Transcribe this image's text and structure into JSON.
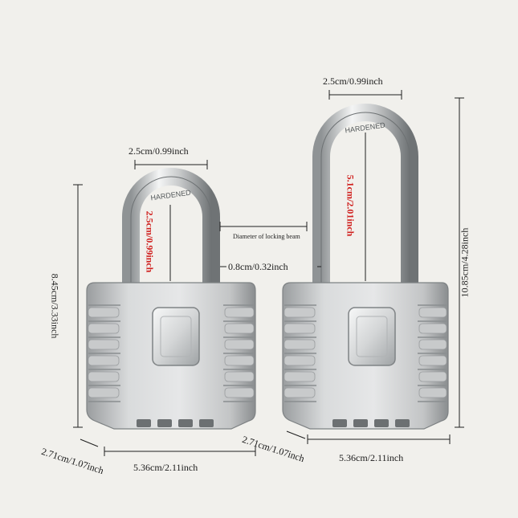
{
  "colors": {
    "background": "#f1f0ec",
    "metal_light": "#e3e4e4",
    "metal_mid": "#b9bbbc",
    "metal_dark": "#7e8284",
    "dimension_line": "#1f1f1f",
    "highlight_text": "#d0201e"
  },
  "short_lock": {
    "hardened_text": "HARDENED",
    "shackle_width": "2.5cm/0.99inch",
    "shackle_clearance": "2.5cm/0.99inch",
    "total_height": "8.45cm/3.33inch",
    "body_width": "5.36cm/2.11inch",
    "body_depth": "2.71cm/1.07inch"
  },
  "long_lock": {
    "hardened_text": "HARDENED",
    "shackle_width": "2.5cm/0.99inch",
    "shackle_clearance": "5.1cm/2.01inch",
    "total_height": "10.85cm/4.28inch",
    "body_width": "5.36cm/2.11inch",
    "body_depth": "2.71cm/1.07inch"
  },
  "beam": {
    "caption": "Diameter of locking beam",
    "diameter": "0.8cm/0.32inch"
  },
  "icons": {
    "padlock": "padlock-icon",
    "button": "fingerprint-button-icon"
  }
}
